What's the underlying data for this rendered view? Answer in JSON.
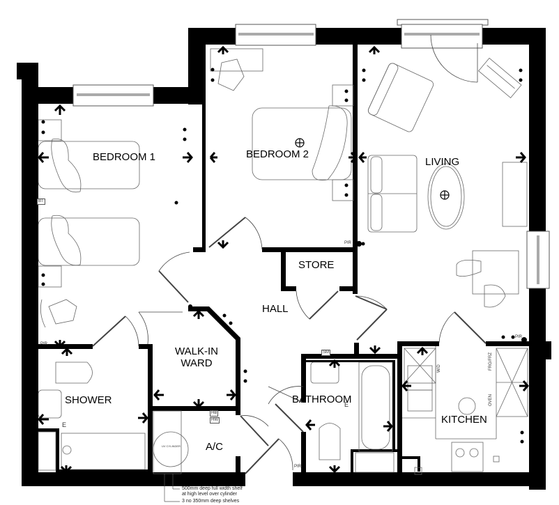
{
  "rooms": {
    "bedroom1": {
      "label": "BEDROOM 1"
    },
    "bedroom2": {
      "label": "BEDROOM 2"
    },
    "living": {
      "label": "LIVING"
    },
    "store": {
      "label": "STORE"
    },
    "hall": {
      "label": "HALL"
    },
    "walkin_ward": {
      "label_line1": "WALK-IN",
      "label_line2": "WARD"
    },
    "shower": {
      "label": "SHOWER"
    },
    "bathroom": {
      "label": "BATHROOM"
    },
    "kitchen": {
      "label": "KITCHEN"
    },
    "ac": {
      "label": "A/C"
    }
  },
  "annotations": {
    "shelf_note_line1": "500mm deep full width shelf",
    "shelf_note_line2": "at high level over cylinder",
    "shelves_note": "3 no 350mm deep shelves",
    "cylinder": "UV CYLINDER",
    "hb": "HB",
    "hw": "HW",
    "bt": "BT",
    "sm": "SM",
    "pir": "PIR",
    "wd": "W/D",
    "frg_frz": "FRG/FRZ",
    "oven": "OVEN",
    "e_shower": "E",
    "e_bathroom": "E"
  },
  "colors": {
    "wall": "#000000",
    "line": "#555555",
    "background": "#ffffff"
  }
}
